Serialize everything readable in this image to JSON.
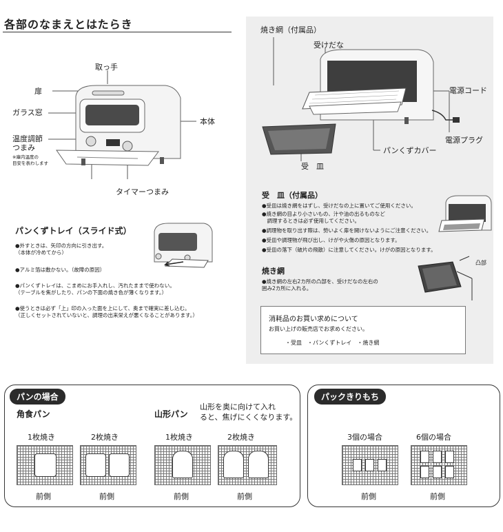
{
  "header": {
    "title": "各部のなまえとはたらき"
  },
  "toaster_labels": {
    "handle": "取っ手",
    "door": "扉",
    "glass": "ガラス窓",
    "temp_knob": "温度調節\nつまみ",
    "temp_note": "※庫内温度の\n目安を表わします",
    "body": "本体",
    "timer_knob": "タイマーつまみ"
  },
  "crumb_tray": {
    "title": "パンくずトレイ（スライド式）",
    "items": [
      "●外すときは、矢印の方向に引き出す。\n（本体が冷めてから）",
      "●アルミ箔は敷かない。（故障の原因）",
      "●パンくずトレイは、こまめにお手入れし、汚れたままで使わない。\n（テーブルを焦がしたり、パンの下面の焼き色が薄くなります。）",
      "●使うときは必ず「上」印の入った面を上にして、奥まで確実に差し込む。\n（正しくセットされていないと、調理の出来栄えが悪くなることがあります。）"
    ]
  },
  "panel": {
    "labels": {
      "rack": "焼き網（付属品）",
      "rack_holder": "受けだな",
      "cord": "電源コード",
      "plug": "電源プラグ",
      "crumb_cover": "パンくずカバー",
      "tray": "受　皿"
    },
    "tray_section": {
      "title": "受　皿（付属品）",
      "items": [
        "●受皿は焼き網をはずし、受けだなの上に置いてご使用ください。",
        "●焼き網の目より小さいもの、汁や油の出るものなど\n　調理するときは必ず使用してください。",
        "●調理物を取り出す際は、勢いよく扉を開けないようにご注意ください。",
        "●受皿や調理物が飛び出し、けがや火傷の原因となります。",
        "●受皿の落下（破片の飛散）に注意してください。けがの原因となります。"
      ]
    },
    "rack_section": {
      "title": "焼き網",
      "items": [
        "●焼き網の左右2カ所の凸部を、受けだなの左右の\n囲み2カ所に入れる。"
      ],
      "tag": "凸部"
    },
    "consumables": {
      "title": "消耗品のお買い求めについて",
      "line": "お買い上げの販売店でお求めください。",
      "items": "・受皿　・パンくずトレイ　・焼き網"
    }
  },
  "bread_box": {
    "pill": "パンの場合",
    "square_title": "角食パン",
    "yama_title": "山形パン",
    "yama_note": "山形を奥に向けて入れ\nると、焦げにくくなります。",
    "cols": [
      {
        "label": "1枚焼き",
        "front": "前側"
      },
      {
        "label": "2枚焼き",
        "front": "前側"
      },
      {
        "label": "1枚焼き",
        "front": "前側"
      },
      {
        "label": "2枚焼き",
        "front": "前側"
      }
    ]
  },
  "mochi_box": {
    "pill": "パックきりもち",
    "cols": [
      {
        "label": "3個の場合",
        "front": "前側"
      },
      {
        "label": "6個の場合",
        "front": "前側"
      }
    ]
  }
}
